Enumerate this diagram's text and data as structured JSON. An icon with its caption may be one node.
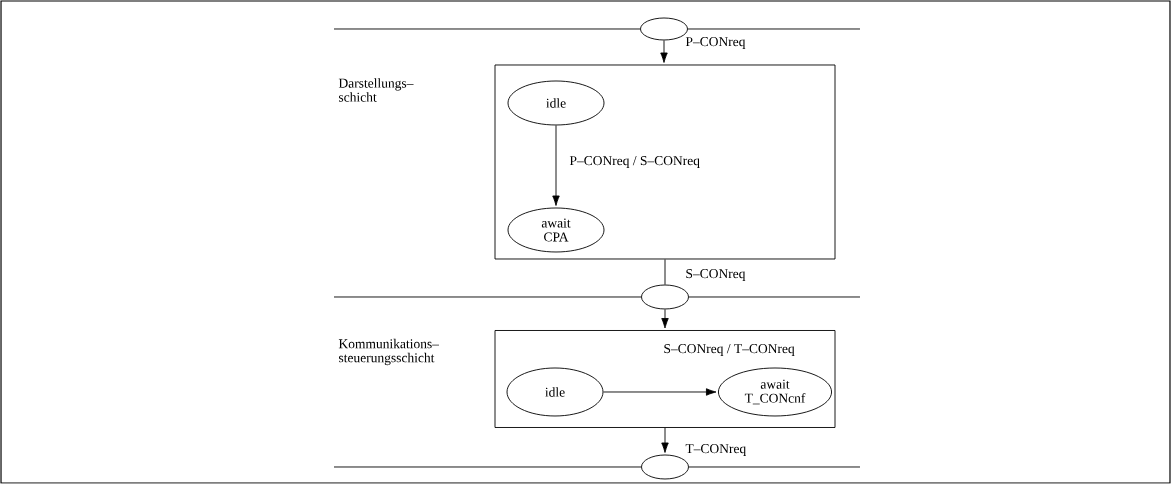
{
  "diagram": {
    "nodes": [
      {
        "text": [],
        "shape": "ellipse"
      },
      {
        "text": [],
        "shape": "box"
      },
      {
        "text": [
          "idle"
        ],
        "in": 1
      },
      {
        "text": [
          "await CPA"
        ],
        "in": 1
      },
      {
        "text": [],
        "shape": "ellipse"
      },
      {
        "text": [],
        "shape": "box"
      },
      {
        "text": [
          "idle"
        ],
        "in": 5
      },
      {
        "text": [
          "await T_CONcnf"
        ],
        "in": 5
      },
      {
        "text": [],
        "shape": "ellipse"
      }
    ],
    "edges": [
      {
        "from": 0,
        "to": 1,
        "arrow": "to",
        "label": "P–CONreq"
      },
      {
        "from": 2,
        "to": 3,
        "arrow": "to",
        "label": "P–CONreq / S–CONreq"
      },
      {
        "from": 1,
        "to": 4,
        "arrow": "none",
        "label": "S–CONreq"
      },
      {
        "from": 4,
        "to": 5,
        "arrow": "to"
      },
      {
        "from": 6,
        "to": 7,
        "arrow": "to",
        "label": "S–CONreq / T–CONreq"
      },
      {
        "from": 5,
        "to": 8,
        "arrow": "to",
        "label": "T–CONreq"
      }
    ],
    "labels": [
      "Darstellungs– schicht",
      "Kommunikations– steuerungsschicht"
    ]
  }
}
